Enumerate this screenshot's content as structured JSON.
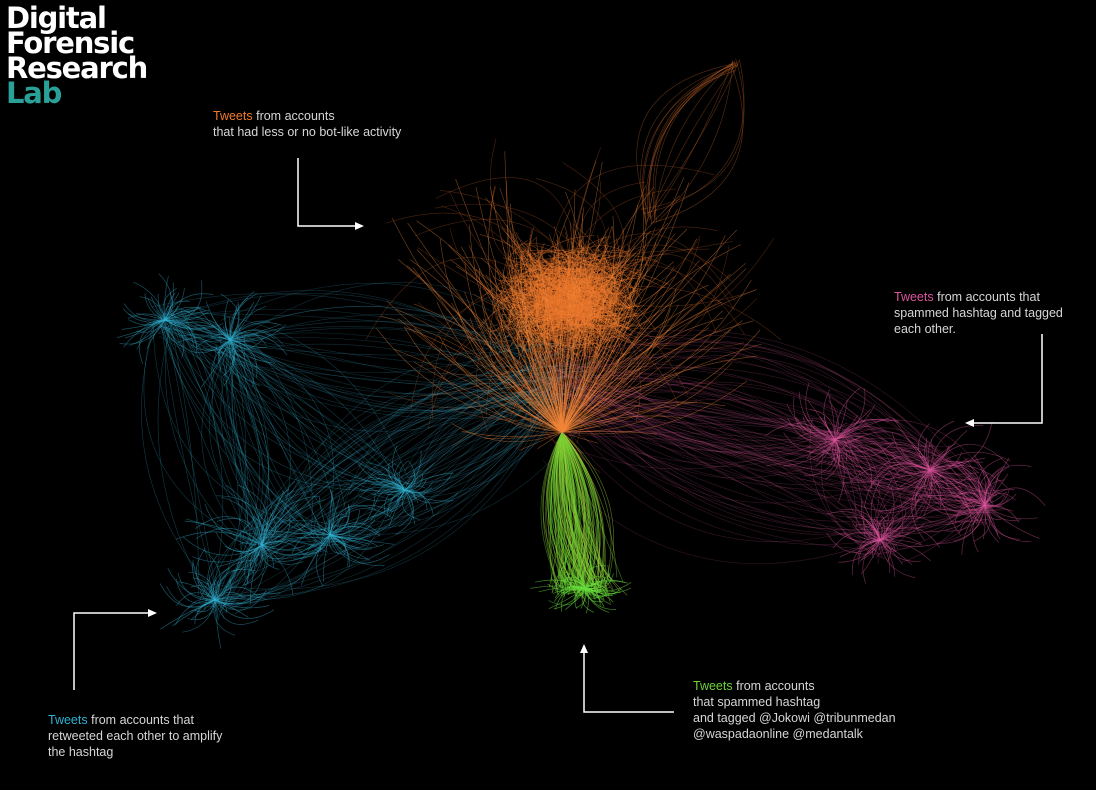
{
  "logo": {
    "line1": "Digital",
    "line2": "Forensic",
    "line3": "Research",
    "line4": "Lab"
  },
  "annotations": {
    "orange": {
      "keyword": "Tweets",
      "line1_rest": "from accounts",
      "line2": "that had less or no bot-like activity",
      "color": "#f07b2c"
    },
    "pink": {
      "keyword": "Tweets",
      "line1_rest": "from accounts that",
      "line2": "spammed hashtag and tagged",
      "line3": "each other.",
      "color": "#e0569f"
    },
    "green": {
      "keyword": "Tweets",
      "line1_rest": "from accounts",
      "line2": "that spammed hashtag",
      "line3": "and tagged @Jokowi @tribunmedan",
      "line4": "@waspadaonline @medantalk",
      "color": "#6cd43a"
    },
    "cyan": {
      "keyword": "Tweets",
      "line1_rest": "from accounts that",
      "line2": "retweeted each other to amplify",
      "line3": "the hashtag",
      "color": "#2fb3d3"
    }
  },
  "colors": {
    "background": "#000000",
    "text": "#d6d6d6",
    "logo_text": "#ffffff",
    "logo_accent": "#2aa198",
    "arrow": "#ffffff"
  }
}
